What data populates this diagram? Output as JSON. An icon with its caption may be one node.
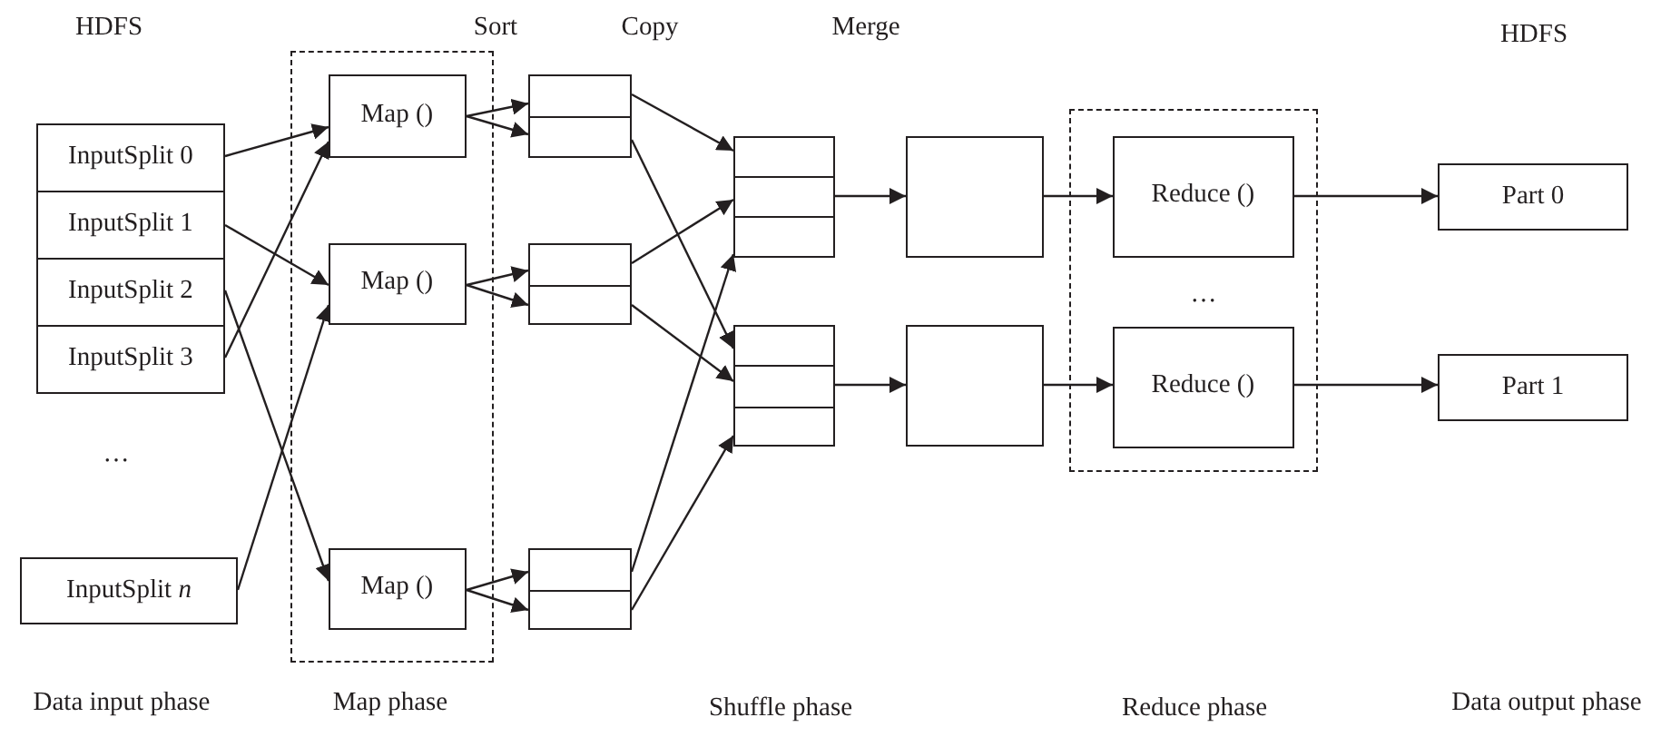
{
  "diagram": {
    "nodes": [
      {
        "text": [
          "InputSplit 0"
        ]
      },
      {
        "text": [
          "InputSplit 1"
        ]
      },
      {
        "text": [
          "InputSplit 2"
        ]
      },
      {
        "text": [
          "InputSplit 3"
        ]
      },
      {
        "text": [
          "InputSplit *n*"
        ]
      },
      {
        "text": [],
        "shape": "box"
      },
      {
        "text": [
          "Map ()"
        ],
        "in": 5
      },
      {
        "text": [
          "Map ()"
        ],
        "in": 5
      },
      {
        "text": [
          "Map ()"
        ],
        "in": 5
      },
      {
        "text": [],
        "shape": "box"
      },
      {
        "text": [],
        "shape": "box"
      },
      {
        "text": [],
        "shape": "box"
      },
      {
        "text": [],
        "shape": "box"
      },
      {
        "text": [],
        "shape": "box"
      },
      {
        "text": [],
        "shape": "box"
      },
      {
        "text": [],
        "shape": "box"
      },
      {
        "text": [],
        "shape": "box"
      },
      {
        "text": [],
        "shape": "box"
      },
      {
        "text": [],
        "shape": "box"
      },
      {
        "text": [],
        "shape": "box"
      },
      {
        "text": [],
        "shape": "box"
      },
      {
        "text": [],
        "shape": "box"
      },
      {
        "text": [],
        "shape": "box"
      },
      {
        "text": [],
        "shape": "box"
      },
      {
        "text": [
          "Reduce ()"
        ],
        "in": 23
      },
      {
        "text": [
          "Reduce ()"
        ],
        "in": 23
      },
      {
        "text": [
          "Part 0"
        ]
      },
      {
        "text": [
          "Part 1"
        ]
      }
    ],
    "edges": [
      {
        "from": 0,
        "to": 6,
        "arrow": "to"
      },
      {
        "from": 1,
        "to": 7,
        "arrow": "to"
      },
      {
        "from": 2,
        "to": 8,
        "arrow": "to"
      },
      {
        "from": 3,
        "to": 6,
        "arrow": "to"
      },
      {
        "from": 4,
        "to": 7,
        "arrow": "to"
      },
      {
        "from": 6,
        "to": 9,
        "arrow": "to"
      },
      {
        "from": 6,
        "to": 10,
        "arrow": "to"
      },
      {
        "from": 7,
        "to": 11,
        "arrow": "to"
      },
      {
        "from": 7,
        "to": 12,
        "arrow": "to"
      },
      {
        "from": 8,
        "to": 13,
        "arrow": "to"
      },
      {
        "from": 8,
        "to": 14,
        "arrow": "to"
      },
      {
        "from": 9,
        "to": 15,
        "arrow": "to"
      },
      {
        "from": 11,
        "to": 16,
        "arrow": "to"
      },
      {
        "from": 13,
        "to": 17,
        "arrow": "to"
      },
      {
        "from": 10,
        "to": 18,
        "arrow": "to"
      },
      {
        "from": 12,
        "to": 19,
        "arrow": "to"
      },
      {
        "from": 14,
        "to": 20,
        "arrow": "to"
      },
      {
        "from": 16,
        "to": 21,
        "arrow": "to"
      },
      {
        "from": 19,
        "to": 22,
        "arrow": "to"
      },
      {
        "from": 21,
        "to": 24,
        "arrow": "to"
      },
      {
        "from": 22,
        "to": 25,
        "arrow": "to"
      },
      {
        "from": 24,
        "to": 26,
        "arrow": "to"
      },
      {
        "from": 25,
        "to": 27,
        "arrow": "to"
      }
    ],
    "labels": [
      "HDFS",
      "Sort",
      "Copy",
      "Merge",
      "HDFS",
      "…",
      "…",
      "Data input phase",
      "Map phase",
      "Shuffle phase",
      "Reduce phase",
      "Data output phase"
    ]
  }
}
